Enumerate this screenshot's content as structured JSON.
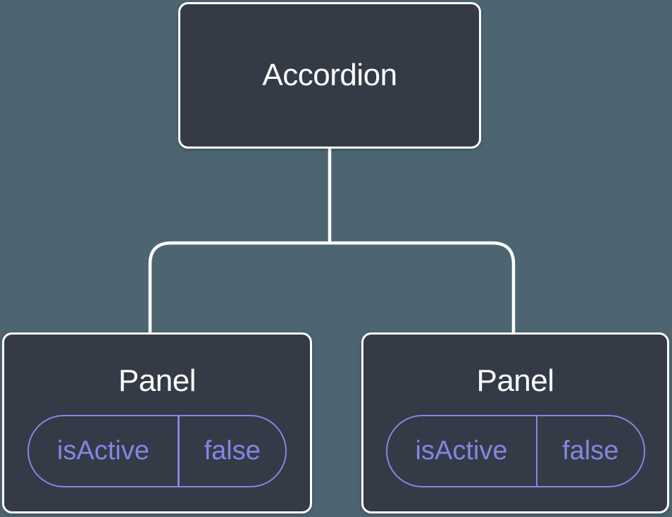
{
  "diagram": {
    "root": {
      "label": "Accordion"
    },
    "children": [
      {
        "label": "Panel",
        "props": [
          {
            "name": "isActive",
            "value": "false"
          }
        ]
      },
      {
        "label": "Panel",
        "props": [
          {
            "name": "isActive",
            "value": "false"
          }
        ]
      }
    ]
  },
  "colors": {
    "background": "#4d6570",
    "node_fill": "#343b47",
    "node_border": "#ffffff",
    "connector": "#ffffff",
    "accent_purple": "#8287e1",
    "text": "#fcfdfe"
  }
}
